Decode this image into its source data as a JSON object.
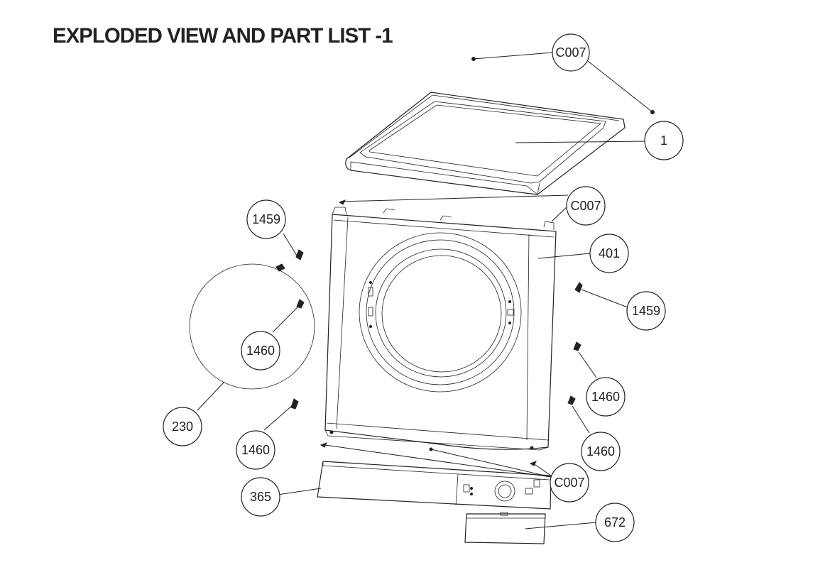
{
  "title": "EXPLODED VIEW AND PART LIST -1",
  "callouts": [
    {
      "label": "C007"
    },
    {
      "label": "1"
    },
    {
      "label": "C007"
    },
    {
      "label": "1459"
    },
    {
      "label": "401"
    },
    {
      "label": "1459"
    },
    {
      "label": "1460"
    },
    {
      "label": "1460"
    },
    {
      "label": "230"
    },
    {
      "label": "1460"
    },
    {
      "label": "1460"
    },
    {
      "label": "365"
    },
    {
      "label": "C007"
    },
    {
      "label": "672"
    }
  ]
}
